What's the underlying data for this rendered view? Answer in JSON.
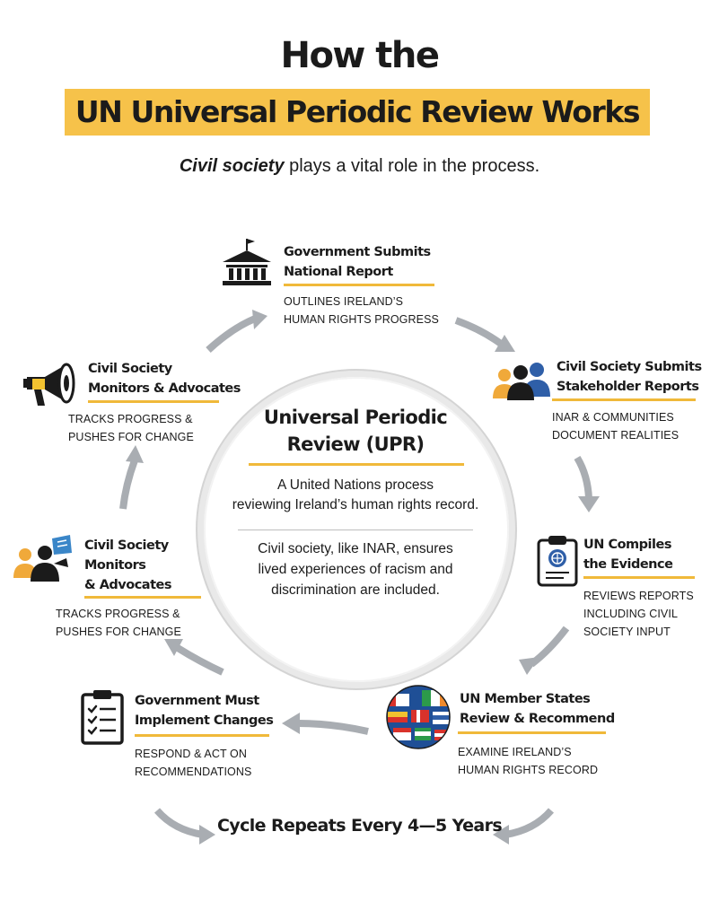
{
  "header": {
    "title_line1": "How the",
    "title_line2": "UN Universal Periodic Review Works",
    "subtitle_bold": "Civil society",
    "subtitle_rest": " plays a vital role in the process."
  },
  "center": {
    "title_line1": "Universal Periodic",
    "title_line2": "Review (UPR)",
    "description_line1": "A United Nations process",
    "description_line2": "reviewing Ireland’s human rights record.",
    "note_line1": "Civil society, like INAR, ensures",
    "note_line2": "lived experiences of racism and",
    "note_line3": "discrimination are included."
  },
  "steps": [
    {
      "icon": "government-building-icon",
      "title_line1": "Government Submits",
      "title_line2": "National Report",
      "desc_line1": "OUTLINES IRELAND’S",
      "desc_line2": "HUMAN RIGHTS PROGRESS",
      "desc_line3": ""
    },
    {
      "icon": "people-group-icon",
      "title_line1": "Civil Society Submits",
      "title_line2": "Stakeholder Reports",
      "desc_line1": "INAR & COMMUNITIES",
      "desc_line2": "DOCUMENT REALITIES",
      "desc_line3": ""
    },
    {
      "icon": "clipboard-un-icon",
      "title_line1": "UN Compiles",
      "title_line2": "the Evidence",
      "desc_line1": "REVIEWS REPORTS",
      "desc_line2": "INCLUDING CIVIL",
      "desc_line3": "SOCIETY INPUT"
    },
    {
      "icon": "flags-globe-icon",
      "title_line1": "UN Member States",
      "title_line2": "Review & Recommend",
      "desc_line1": "EXAMINE IRELAND’S",
      "desc_line2": "HUMAN RIGHTS RECORD",
      "desc_line3": ""
    },
    {
      "icon": "checklist-icon",
      "title_line1": "Government Must",
      "title_line2": "Implement Changes",
      "desc_line1": "RESPOND & ACT ON",
      "desc_line2": "RECOMMENDATIONS",
      "desc_line3": ""
    },
    {
      "icon": "people-megaphone-icon",
      "title_line1": "Civil Society",
      "title_line2": "Monitors",
      "title_line3": "& Advocates",
      "desc_line1": "TRACKS PROGRESS &",
      "desc_line2": "PUSHES FOR CHANGE",
      "desc_line3": ""
    },
    {
      "icon": "megaphone-icon",
      "title_line1": "Civil Society",
      "title_line2": "Monitors & Advocates",
      "desc_line1": "TRACKS PROGRESS &",
      "desc_line2": "PUSHES FOR CHANGE",
      "desc_line3": ""
    }
  ],
  "footer": {
    "cycle_text": "Cycle Repeats Every 4—5 Years"
  },
  "colors": {
    "accent_yellow": "#f6c24a",
    "arrow_gray": "#a9adb2",
    "text_dark": "#1b1b1b",
    "blue": "#2f5fa8",
    "orange": "#f0a93a"
  }
}
